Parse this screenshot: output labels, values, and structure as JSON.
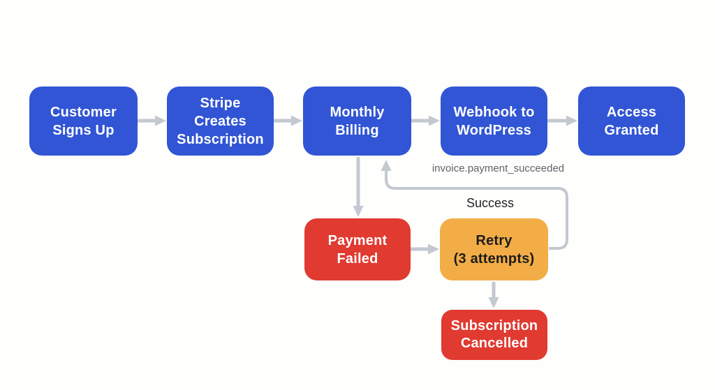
{
  "colors": {
    "background": "#fefefc",
    "node_blue": "#3155d4",
    "node_red": "#e03a31",
    "node_orange": "#f3ad46",
    "arrow_gray": "#c3c8d1",
    "edge_label_gray": "#5f6368",
    "edge_label_dark": "#1f2124",
    "node_text_light": "#ffffff",
    "node_text_dark": "#1b1b1b"
  },
  "nodes": [
    {
      "id": "customer-signs-up",
      "label": "Customer\nSigns Up",
      "color": "blue"
    },
    {
      "id": "stripe-creates-subscription",
      "label": "Stripe\nCreates\nSubscription",
      "color": "blue"
    },
    {
      "id": "monthly-billing",
      "label": "Monthly\nBilling",
      "color": "blue"
    },
    {
      "id": "webhook-to-wordpress",
      "label": "Webhook to\nWordPress",
      "color": "blue"
    },
    {
      "id": "access-granted",
      "label": "Access\nGranted",
      "color": "blue"
    },
    {
      "id": "payment-failed",
      "label": "Payment\nFailed",
      "color": "red"
    },
    {
      "id": "retry",
      "label": "Retry\n(3 attempts)",
      "color": "orange"
    },
    {
      "id": "subscription-cancelled",
      "label": "Subscription\nCancelled",
      "color": "red"
    }
  ],
  "edge_labels": [
    {
      "id": "invoice-payment-succeeded",
      "text": "invoice.payment_succeeded"
    },
    {
      "id": "success",
      "text": "Success"
    }
  ],
  "edges": [
    {
      "from": "customer-signs-up",
      "to": "stripe-creates-subscription"
    },
    {
      "from": "stripe-creates-subscription",
      "to": "monthly-billing"
    },
    {
      "from": "monthly-billing",
      "to": "webhook-to-wordpress",
      "label": "invoice.payment_succeeded"
    },
    {
      "from": "webhook-to-wordpress",
      "to": "access-granted"
    },
    {
      "from": "monthly-billing",
      "to": "payment-failed"
    },
    {
      "from": "payment-failed",
      "to": "retry"
    },
    {
      "from": "retry",
      "to": "monthly-billing",
      "label": "Success"
    },
    {
      "from": "retry",
      "to": "subscription-cancelled"
    }
  ]
}
